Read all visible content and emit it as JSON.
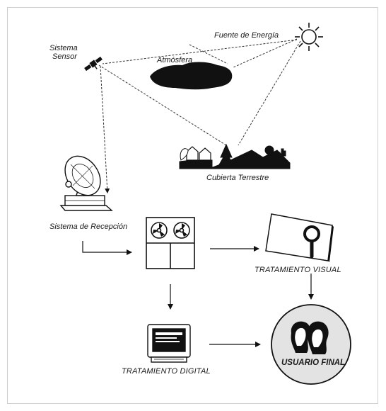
{
  "labels": {
    "sistema_sensor_1": "Sistema",
    "sistema_sensor_2": "Sensor",
    "fuente_energia": "Fuente de Energía",
    "atmosfera": "Atmósfera",
    "cubierta_terrestre": "Cubierta Terrestre",
    "sistema_recepcion": "Sistema de Recepción",
    "tratamiento_visual": "TRATAMIENTO VISUAL",
    "tratamiento_digital": "TRATAMIENTO DIGITAL",
    "usuario_final": "USUARIO FINAL"
  },
  "icons": [
    "satellite-icon",
    "sun-icon",
    "cloud-icon",
    "landscape-icon",
    "satellite-dish-icon",
    "tape-drive-icon",
    "magnifier-document-icon",
    "computer-monitor-icon",
    "users-faces-icon"
  ]
}
